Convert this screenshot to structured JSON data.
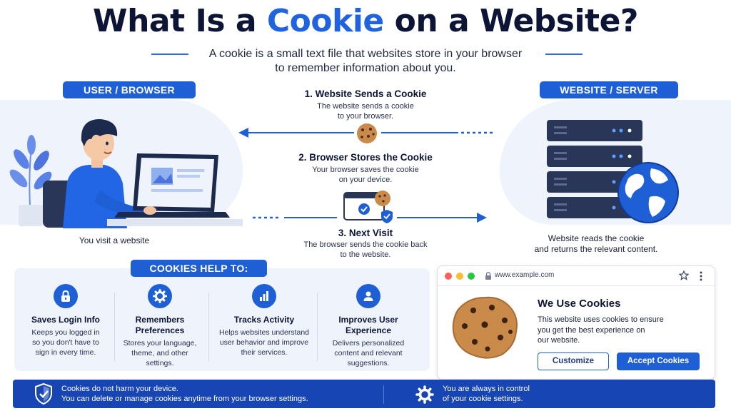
{
  "header": {
    "title_part1": "What Is a ",
    "title_highlight": "Cookie",
    "title_part2": " on a Website?",
    "subtitle_line1": "A cookie is a small text file that websites store in your browser",
    "subtitle_line2": "to remember information about you."
  },
  "user_side": {
    "label": "USER / BROWSER",
    "caption": "You visit a website"
  },
  "server_side": {
    "label": "WEBSITE / SERVER",
    "caption_line1": "Website reads the cookie",
    "caption_line2": "and returns the relevant content."
  },
  "steps": [
    {
      "title": "1. Website Sends a Cookie",
      "text_line1": "The website sends a cookie",
      "text_line2": "to your browser."
    },
    {
      "title": "2. Browser Stores the Cookie",
      "text_line1": "Your browser saves the cookie",
      "text_line2": "on your device."
    },
    {
      "title": "3. Next Visit",
      "text_line1": "The browser sends the cookie back",
      "text_line2": "to the website."
    }
  ],
  "help": {
    "label": "COOKIES HELP TO:",
    "items": [
      {
        "icon": "lock-icon",
        "title_line1": "Saves Login Info",
        "title_line2": "",
        "text_lines": [
          "Keeps you logged in",
          "so you don't have to",
          "sign in every time."
        ]
      },
      {
        "icon": "gear-icon",
        "title_line1": "Remembers",
        "title_line2": "Preferences",
        "text_lines": [
          "Stores your language,",
          "theme, and other",
          "settings."
        ]
      },
      {
        "icon": "bar-chart-icon",
        "title_line1": "Tracks Activity",
        "title_line2": "",
        "text_lines": [
          "Helps websites understand",
          "user behavior and improve",
          "their services."
        ]
      },
      {
        "icon": "user-icon",
        "title_line1": "Improves User",
        "title_line2": "Experience",
        "text_lines": [
          "Delivers personalized",
          "content and relevant",
          "suggestions."
        ]
      }
    ]
  },
  "browser_mock": {
    "url": "www.example.com",
    "title": "We Use Cookies",
    "text_lines": [
      "This website uses cookies to ensure",
      "you get the best experience on",
      "our website."
    ],
    "customize_label": "Customize",
    "accept_label": "Accept Cookies"
  },
  "footer": {
    "left_line1": "Cookies do not harm your device.",
    "left_line2": "You can delete or manage cookies anytime from your browser settings.",
    "right_line1": "You are always in control",
    "right_line2": "of your cookie settings."
  },
  "colors": {
    "accent": "#1f5fd6",
    "title_dark": "#0d1536",
    "footer_bg": "#1745b4",
    "panel_bg": "#eef3fc",
    "cookie": "#c98a4a"
  }
}
